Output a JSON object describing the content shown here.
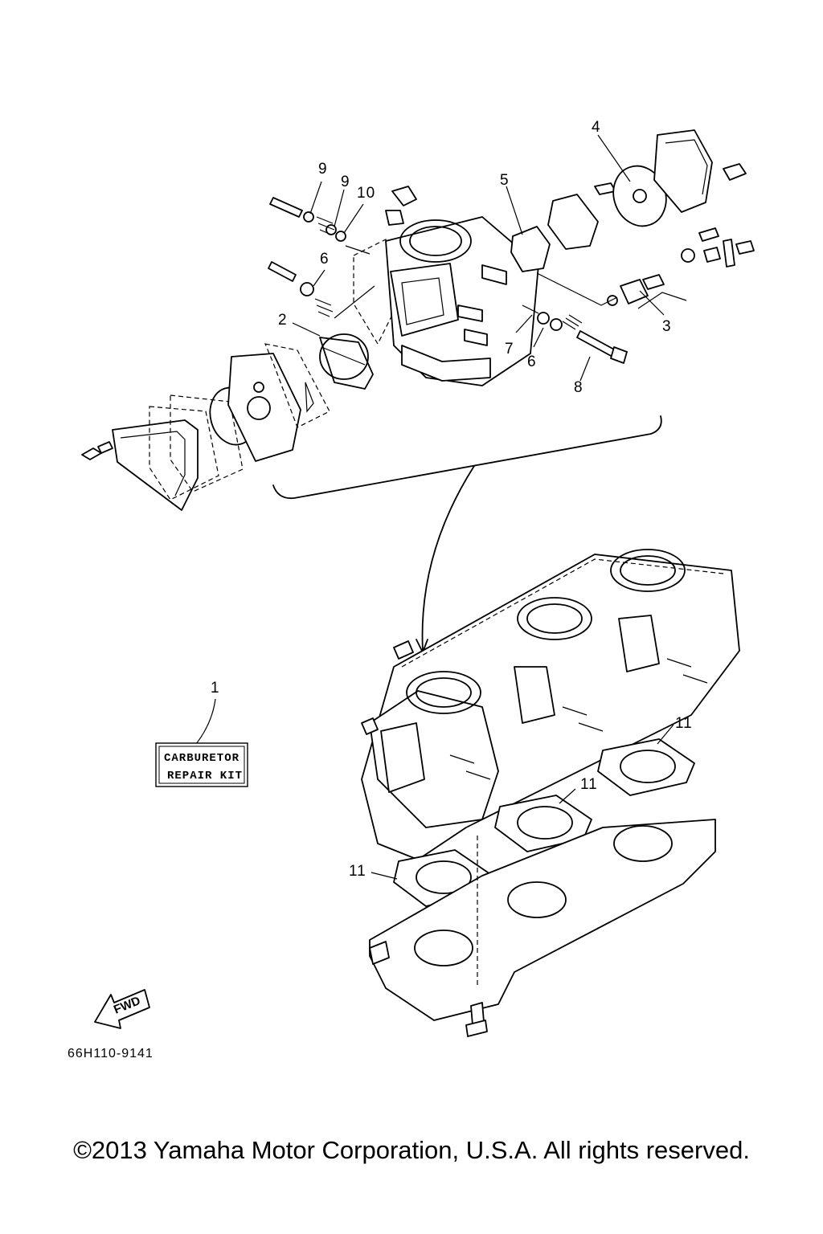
{
  "diagram": {
    "callouts": {
      "c1": "1",
      "c2": "2",
      "c3": "3",
      "c4": "4",
      "c5": "5",
      "c6a": "6",
      "c6b": "6",
      "c7": "7",
      "c8": "8",
      "c9a": "9",
      "c9b": "9",
      "c10": "10",
      "c11a": "11",
      "c11b": "11",
      "c11c": "11"
    },
    "kit_label": {
      "line1": "CARBURETOR",
      "line2": "REPAIR KIT"
    },
    "fwd_label": "FWD",
    "diagram_code": "66H110-9141"
  },
  "footer": {
    "copyright": "©2013 Yamaha Motor Corporation, U.S.A. All rights reserved."
  }
}
